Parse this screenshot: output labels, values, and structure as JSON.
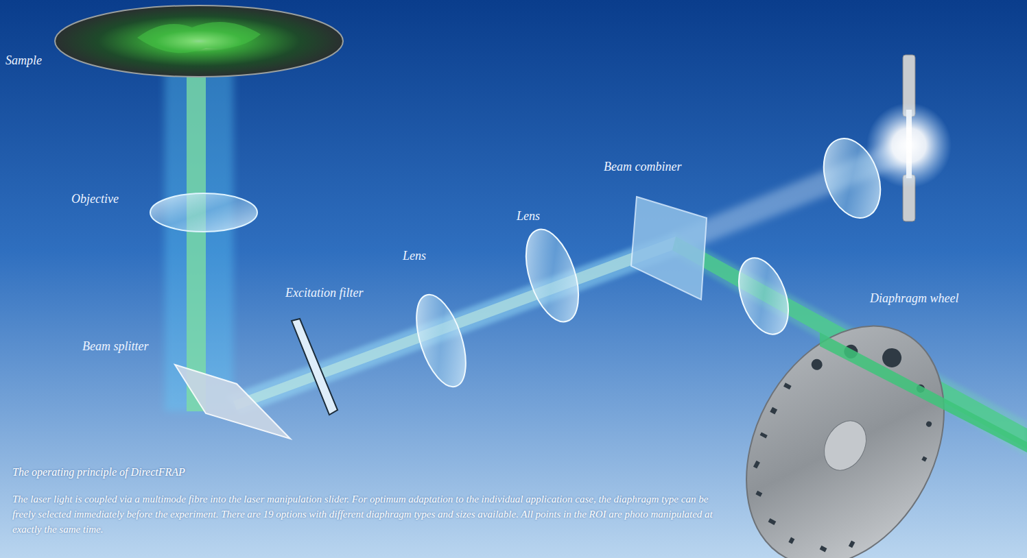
{
  "diagram": {
    "title": "The operating principle of DirectFRAP",
    "caption": "The laser light is coupled via a multimode fibre into the laser manipulation slider. For optimum adaptation to the individual application case, the diaphragm type can be freely selected immediately before the experiment. There are 19 options with different diaphragm types and sizes available. All points in the ROI are photo manipulated at exactly the same time.",
    "labels": [
      "Sample",
      "Objective",
      "Lens",
      "Beam combiner",
      "Lens",
      "Diaphragm wheel",
      "Excitation filter",
      "Beam splitter"
    ]
  }
}
